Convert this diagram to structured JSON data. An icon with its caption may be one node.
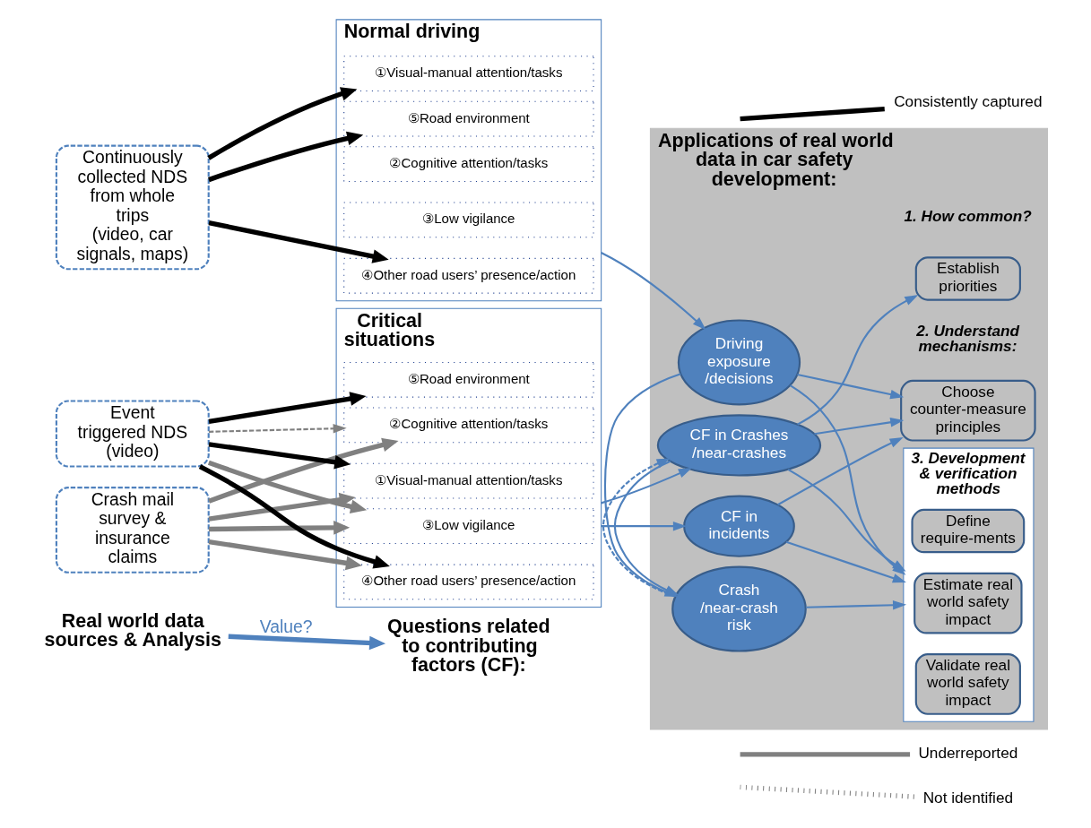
{
  "diagram": {
    "nodes": [
      {
        "text": [
          "Real world data sources & Analysis"
        ]
      },
      {
        "text": [
          "Questions related to contributing factors (CF):"
        ]
      },
      {
        "text": [
          "Crash mail survey & insurance claims"
        ]
      },
      {
        "text": [
          "Event triggered NDS",
          "(video)"
        ]
      },
      {
        "text": [
          "Continuously collected NDS from whole trips",
          "(video, car signals, maps)"
        ]
      },
      {
        "text": [
          "Critical situations"
        ]
      },
      {
        "text": [
          "①Visual-manual attention/tasks"
        ],
        "in": 5
      },
      {
        "text": [
          "②Cognitive attention/tasks"
        ],
        "in": 5
      },
      {
        "text": [
          "③Low vigilance"
        ],
        "in": 5
      },
      {
        "text": [
          "④Other road users’ presence/action"
        ],
        "in": 5
      },
      {
        "text": [
          "⑤Road environment"
        ],
        "in": 5
      },
      {
        "text": [
          "Normal driving"
        ]
      },
      {
        "text": [
          "①Visual-manual attention/tasks"
        ],
        "in": 11
      },
      {
        "text": [
          "②Cognitive attention/tasks"
        ],
        "in": 11
      },
      {
        "text": [
          "③Low vigilance"
        ],
        "in": 11
      },
      {
        "text": [
          "④Other road users’ presence/action"
        ],
        "in": 11
      },
      {
        "text": [
          "⑤Road environment"
        ],
        "in": 11
      },
      {
        "text": [
          "Applications of real world data in car safety development:"
        ]
      },
      {
        "text": [
          "CF in incidents"
        ],
        "in": 17
      },
      {
        "text": [
          "CF in Crashes /near-crashes"
        ],
        "in": 17
      },
      {
        "text": [
          "Crash /near-crash risk"
        ],
        "in": 17
      },
      {
        "text": [
          "Driving exposure /decisions"
        ],
        "in": 17
      },
      {
        "text": [
          "Establish priorities"
        ],
        "in": 17
      },
      {
        "text": [
          "Choose counter-measure principles"
        ],
        "in": 17
      },
      {
        "text": [
          "3. Development & verification methods"
        ],
        "in": 17
      },
      {
        "text": [
          "Define require-ments"
        ],
        "in": 24
      },
      {
        "text": [
          "Estimate real world safety impact"
        ],
        "in": 24
      },
      {
        "text": [
          "Validate real world safety impact"
        ],
        "in": 24
      }
    ],
    "edges": [
      {
        "from": 0,
        "to": 1,
        "arrow": "to",
        "label": "Value?",
        "style": "thick"
      },
      {
        "from": 2,
        "to": 6,
        "arrow": "to",
        "style": "thick",
        "color": "#808080"
      },
      {
        "from": 2,
        "to": 7,
        "arrow": "to",
        "style": "thick",
        "color": "#808080"
      },
      {
        "from": 2,
        "to": 8,
        "arrow": "to",
        "style": "thick",
        "color": "#808080"
      },
      {
        "from": 2,
        "to": 9,
        "arrow": "to",
        "style": "thick",
        "color": "#808080"
      },
      {
        "from": 3,
        "to": 6,
        "arrow": "to",
        "style": "thick",
        "color": "#000000"
      },
      {
        "from": 3,
        "to": 7,
        "arrow": "to",
        "style": "dashed",
        "color": "#808080"
      },
      {
        "from": 3,
        "to": 8,
        "arrow": "to",
        "style": "thick",
        "color": "#808080"
      },
      {
        "from": 3,
        "to": 9,
        "arrow": "to",
        "style": "thick",
        "color": "#000000"
      },
      {
        "from": 3,
        "to": 10,
        "arrow": "to",
        "style": "thick",
        "color": "#000000"
      },
      {
        "from": 4,
        "to": 12,
        "arrow": "to",
        "style": "thick",
        "color": "#000000"
      },
      {
        "from": 4,
        "to": 15,
        "arrow": "to",
        "style": "thick",
        "color": "#000000"
      },
      {
        "from": 4,
        "to": 16,
        "arrow": "to",
        "style": "thick",
        "color": "#000000"
      },
      {
        "from": 5,
        "to": 18,
        "arrow": "to"
      },
      {
        "from": 5,
        "to": 19,
        "arrow": "to"
      },
      {
        "from": 11,
        "to": 21,
        "arrow": "to"
      },
      {
        "from": 18,
        "to": 23,
        "arrow": "to"
      },
      {
        "from": 18,
        "to": 24,
        "arrow": "to"
      },
      {
        "from": 19,
        "to": 22,
        "arrow": "to"
      },
      {
        "from": 19,
        "to": 23,
        "arrow": "to"
      },
      {
        "from": 19,
        "to": 24,
        "arrow": "to"
      },
      {
        "from": 19,
        "to": 20,
        "arrow": "to"
      },
      {
        "from": 20,
        "to": 19,
        "arrow": "to",
        "style": "dashed"
      },
      {
        "from": 20,
        "to": 24,
        "arrow": "to"
      },
      {
        "from": 21,
        "to": 20,
        "arrow": "to"
      },
      {
        "from": 21,
        "to": 23,
        "arrow": "to"
      },
      {
        "from": 21,
        "to": 24,
        "arrow": "to"
      }
    ],
    "labels": [
      "1. How common?",
      "2. Understand mechanisms:"
    ],
    "legend": [
      {
        "text": "Consistently captured"
      },
      {
        "text": "Underreported"
      },
      {
        "text": "Not identified"
      }
    ]
  }
}
